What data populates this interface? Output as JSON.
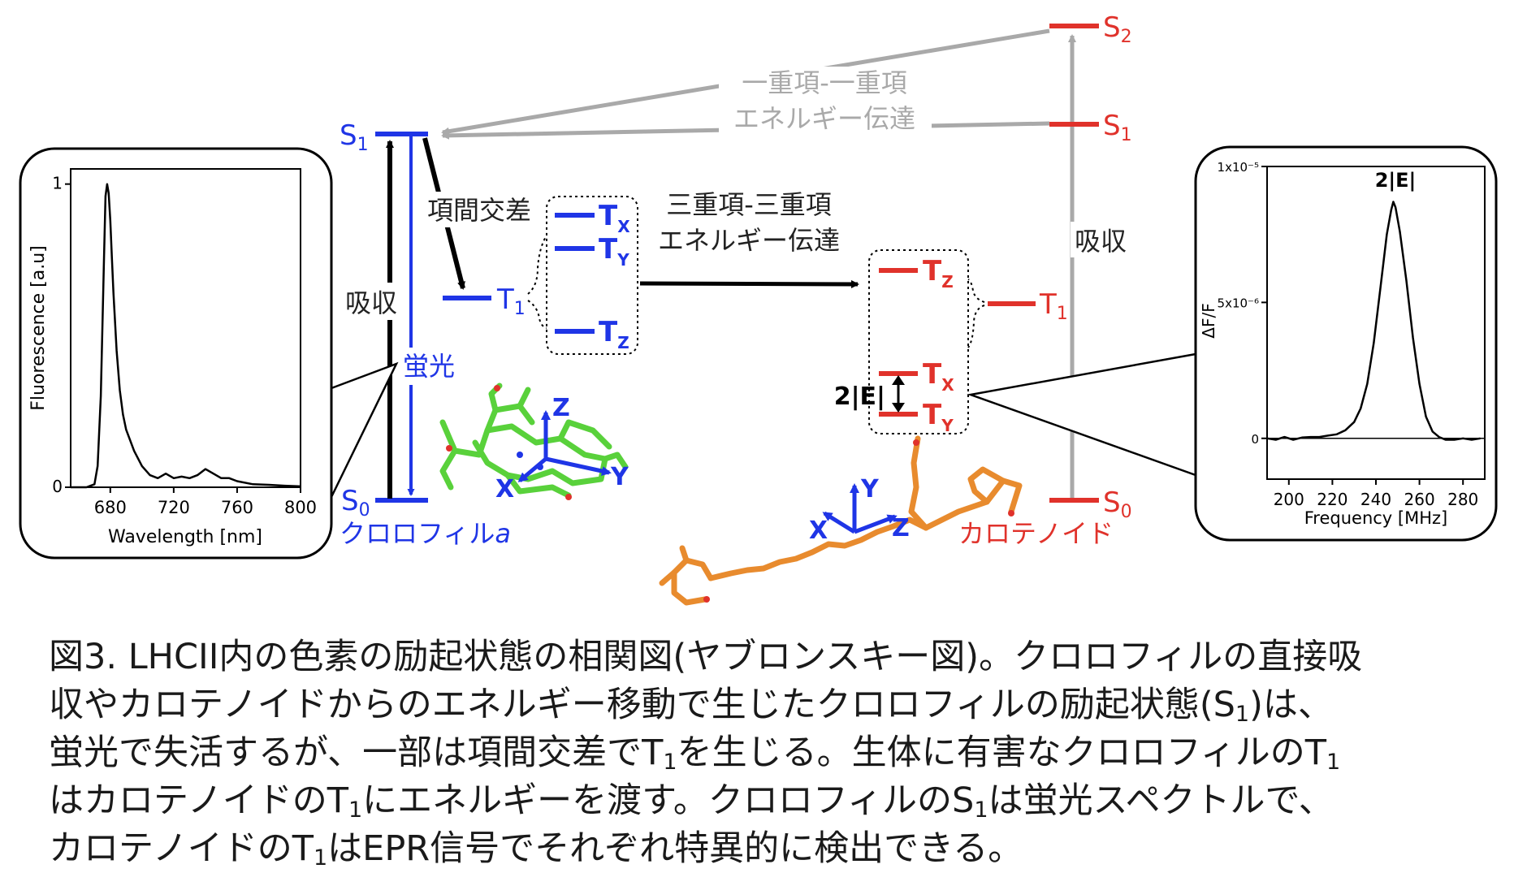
{
  "colors": {
    "chlorophyll": "#1f35e6",
    "carotenoid": "#e0322b",
    "grey": "#a9a9a9",
    "black": "#000000",
    "chl_molecule": "#59d13b",
    "car_molecule": "#e88b2e"
  },
  "chlorophyll": {
    "name_text": "クロロフィル",
    "name_italic": "a",
    "S1": {
      "base": "S",
      "sub": "1"
    },
    "S0": {
      "base": "S",
      "sub": "0"
    },
    "T1": {
      "base": "T",
      "sub": "1"
    },
    "Tx": {
      "base": "T",
      "sub": "X"
    },
    "Ty": {
      "base": "T",
      "sub": "Y"
    },
    "Tz": {
      "base": "T",
      "sub": "Z"
    },
    "absorption": "吸収",
    "fluorescence": "蛍光",
    "isc": "項間交差"
  },
  "carotenoid": {
    "name": "カロテノイド",
    "S2": {
      "base": "S",
      "sub": "2"
    },
    "S1": {
      "base": "S",
      "sub": "1"
    },
    "S0": {
      "base": "S",
      "sub": "0"
    },
    "T1": {
      "base": "T",
      "sub": "1"
    },
    "Tz": {
      "base": "T",
      "sub": "Z"
    },
    "Tx": {
      "base": "T",
      "sub": "X"
    },
    "Ty": {
      "base": "T",
      "sub": "Y"
    },
    "absorption": "吸収",
    "splitting": "2|E|"
  },
  "transfers": {
    "singlet_line1": "一重項-一重項",
    "singlet_line2": "エネルギー伝達",
    "triplet_line1": "三重項-三重項",
    "triplet_line2": "エネルギー伝達"
  },
  "axes": {
    "chl": {
      "x": "X",
      "y": "Y",
      "z": "Z"
    },
    "car": {
      "x": "X",
      "y": "Y",
      "z": "Z"
    }
  },
  "chart_data": [
    {
      "type": "line",
      "xlabel": "Wavelength [nm]",
      "ylabel": "Fluorescence [a.u]",
      "xlim": [
        655,
        800
      ],
      "ylim": [
        0,
        1.05
      ],
      "xticks": [
        680,
        720,
        760,
        800
      ],
      "yticks": [
        0,
        1
      ],
      "ytick_labels": [
        "0",
        "1"
      ],
      "series": [
        {
          "x": [
            655,
            665,
            670,
            672,
            674,
            676,
            677,
            678,
            679,
            680,
            681,
            682,
            684,
            686,
            688,
            690,
            695,
            700,
            705,
            710,
            715,
            720,
            725,
            730,
            735,
            740,
            745,
            750,
            755,
            760,
            770,
            780,
            790,
            800
          ],
          "y": [
            0,
            0,
            0.01,
            0.07,
            0.3,
            0.75,
            0.96,
            1.0,
            0.97,
            0.88,
            0.76,
            0.64,
            0.45,
            0.32,
            0.24,
            0.19,
            0.12,
            0.07,
            0.04,
            0.03,
            0.045,
            0.03,
            0.035,
            0.03,
            0.04,
            0.06,
            0.045,
            0.03,
            0.03,
            0.02,
            0.01,
            0.008,
            0.005,
            0.003
          ]
        }
      ]
    },
    {
      "type": "line",
      "xlabel": "Frequency [MHz]",
      "ylabel": "ΔF/F",
      "xlim": [
        190,
        290
      ],
      "ylim": [
        -1.5e-06,
        1e-05
      ],
      "xticks": [
        200,
        220,
        240,
        260,
        280
      ],
      "yticks": [
        0,
        5e-06,
        1e-05
      ],
      "ytick_labels": [
        "0",
        "5x10⁻⁶",
        "1x10⁻⁵"
      ],
      "annotation": "2|E|",
      "series": [
        {
          "x": [
            190,
            194,
            198,
            202,
            206,
            210,
            214,
            218,
            222,
            226,
            230,
            233,
            236,
            239,
            242,
            245,
            247,
            248,
            249,
            251,
            254,
            257,
            260,
            263,
            266,
            269,
            272,
            276,
            280,
            284,
            288
          ],
          "y": [
            0,
            -5e-08,
            5e-08,
            -5e-08,
            3e-08,
            5e-08,
            5e-08,
            1e-07,
            1.5e-07,
            3e-07,
            6e-07,
            1.1e-06,
            2e-06,
            3.5e-06,
            5.5e-06,
            7.5e-06,
            8.4e-06,
            8.7e-06,
            8.5e-06,
            7.6e-06,
            5.8e-06,
            3.7e-06,
            2e-06,
            8e-07,
            2.5e-07,
            5e-08,
            -5e-08,
            -5e-08,
            0,
            -5e-08,
            0
          ]
        }
      ]
    }
  ],
  "caption_parts": [
    "図3. LHCII内の色素の励起状態の相関図(ヤブロンスキー図)。クロロフィルの直接吸",
    "収やカロテノイドからのエネルギー移動で生じたクロロフィルの励起状態(S",
    "1",
    ")は、",
    "蛍光で失活するが、一部は項間交差でT",
    "1",
    "を生じる。生体に有害なクロロフィルのT",
    "1",
    "はカロテノイドのT",
    "1",
    "にエネルギーを渡す。クロロフィルのS",
    "1",
    "は蛍光スペクトルで、",
    "カロテノイドのT",
    "1",
    "はEPR信号でそれぞれ特異的に検出できる。"
  ]
}
